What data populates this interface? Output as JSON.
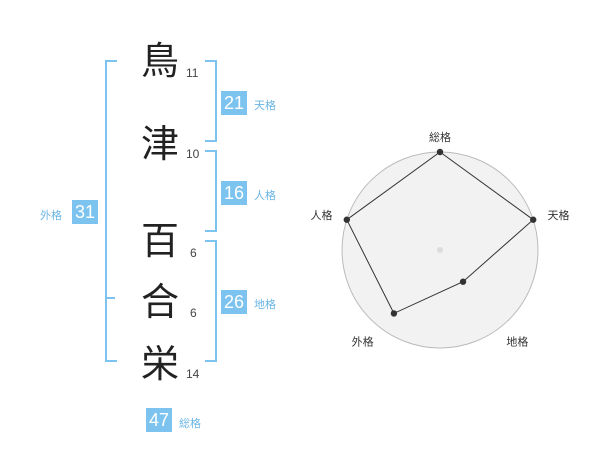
{
  "name_chars": [
    {
      "char": "鳥",
      "strokes": "11"
    },
    {
      "char": "津",
      "strokes": "10"
    },
    {
      "char": "百",
      "strokes": "6"
    },
    {
      "char": "合",
      "strokes": "6"
    },
    {
      "char": "栄",
      "strokes": "14"
    }
  ],
  "fortunes": {
    "tenkaku": {
      "label": "天格",
      "value": "21"
    },
    "jinkaku": {
      "label": "人格",
      "value": "16"
    },
    "chikaku": {
      "label": "地格",
      "value": "26"
    },
    "gaikaku": {
      "label": "外格",
      "value": "31"
    },
    "soukaku": {
      "label": "総格",
      "value": "47"
    }
  },
  "chart_data": {
    "type": "radar",
    "axes": [
      "総格",
      "天格",
      "地格",
      "外格",
      "人格"
    ],
    "values": [
      5,
      5,
      2,
      4,
      5
    ],
    "max": 5,
    "colors": {
      "fill": "#f2f2f2",
      "line": "#333333",
      "grid": "#bbbbbb",
      "center": "#bbbbbb"
    }
  }
}
